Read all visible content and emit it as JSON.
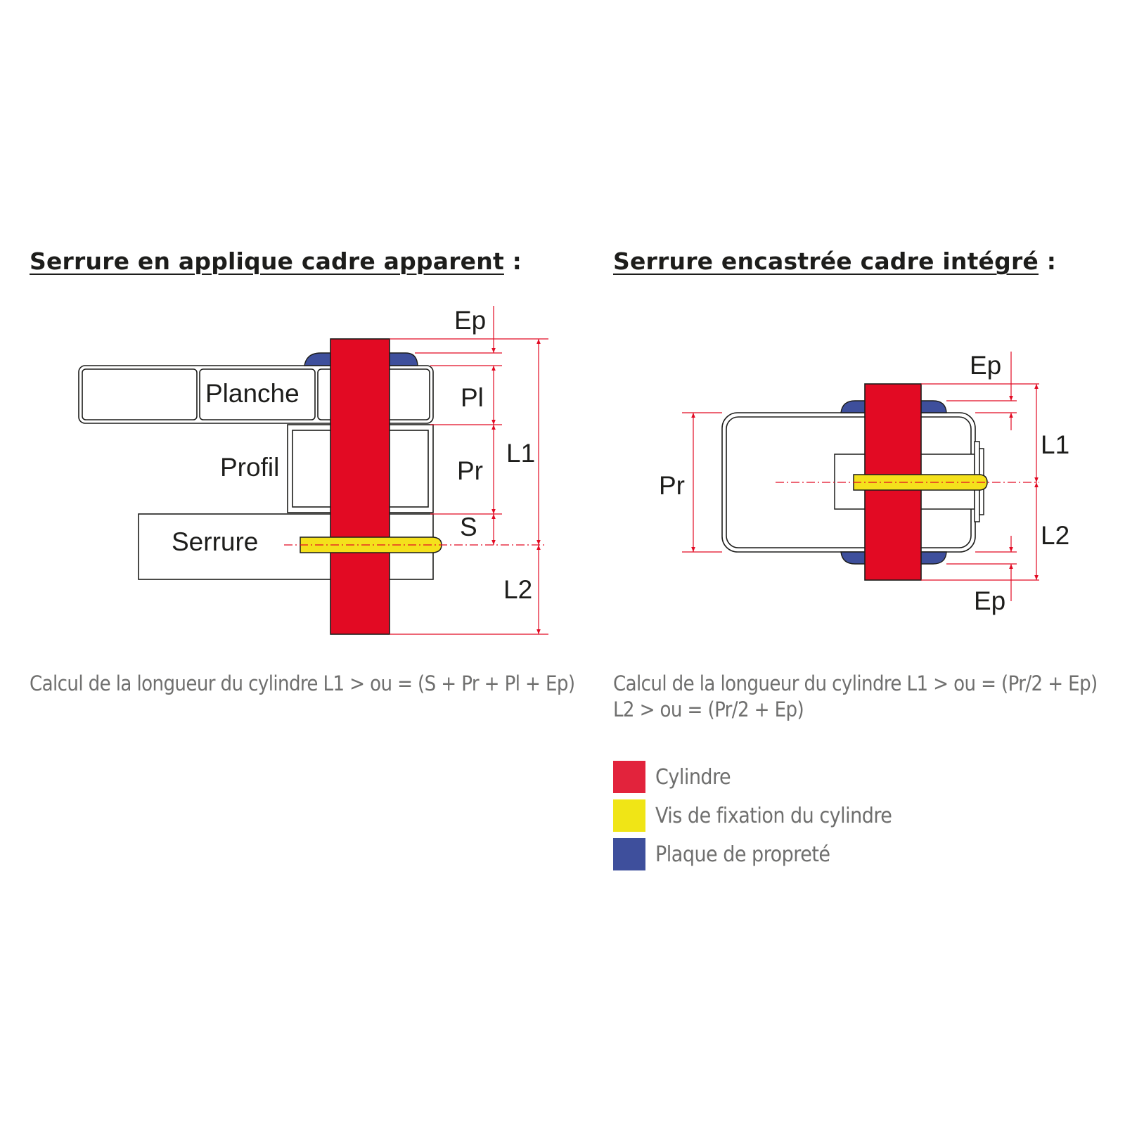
{
  "titles": {
    "left": {
      "text": "Serrure en applique cadre apparent",
      "suffix": " :"
    },
    "right": {
      "text": "Serrure encastrée cadre intégré",
      "suffix": " :"
    }
  },
  "left_diagram": {
    "labels": {
      "planche": "Planche",
      "profil": "Profil",
      "serrure": "Serrure"
    },
    "dims": {
      "ep": "Ep",
      "pl": "Pl",
      "pr": "Pr",
      "s": "S",
      "l1": "L1",
      "l2": "L2"
    }
  },
  "right_diagram": {
    "dims": {
      "ep_top": "Ep",
      "ep_bottom": "Ep",
      "pr": "Pr",
      "l1": "L1",
      "l2": "L2"
    }
  },
  "formulas": {
    "left": "Calcul de la longueur du cylindre L1 > ou = (S + Pr + Pl + Ep)",
    "right_line1": "Calcul de la longueur du cylindre L1 > ou = (Pr/2 + Ep)",
    "right_line2": "L2 > ou = (Pr/2 + Ep)"
  },
  "legend": [
    {
      "label": "Cylindre",
      "color": "#e2233c"
    },
    {
      "label": "Vis de fixation du cylindre",
      "color": "#f0e516"
    },
    {
      "label": "Plaque de propreté",
      "color": "#3e4f9c"
    }
  ],
  "colors": {
    "cylinder": "#e20a23",
    "screw": "#f4e11c",
    "plate": "#3e4f9c",
    "dimension": "#e20a23",
    "outline": "#1d1d1b"
  }
}
